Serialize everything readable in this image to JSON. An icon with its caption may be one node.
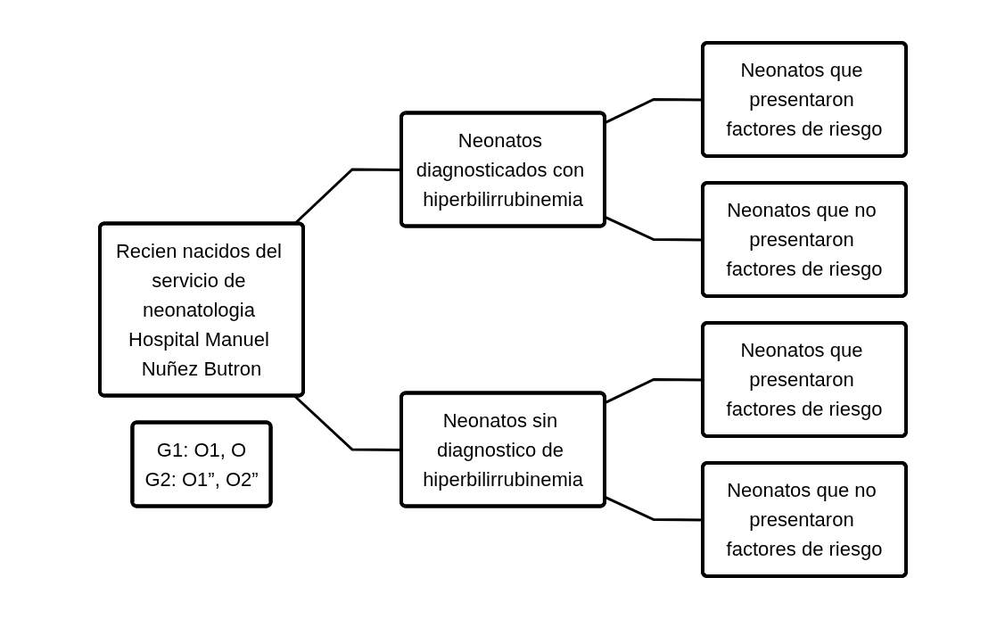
{
  "diagram": {
    "nodes": [
      {
        "text": [
          "Recien nacidos del servicio de neonatologia Hospital Manuel Nuñez Butron"
        ]
      },
      {
        "text": [
          "Neonatos diagnosticados con hiperbilirrubinemia"
        ]
      },
      {
        "text": [
          "Neonatos que presentaron factores de riesgo"
        ]
      },
      {
        "text": [
          "Neonatos que no presentaron factores de riesgo"
        ]
      },
      {
        "text": [
          "Neonatos sin diagnostico de hiperbilirrubinemia"
        ]
      },
      {
        "text": [
          "Neonatos que presentaron factores de riesgo"
        ]
      },
      {
        "text": [
          "Neonatos que no presentaron factores de riesgo"
        ]
      },
      {
        "text": [
          "G1: O1, O",
          "G2: O1”, O2”"
        ]
      }
    ],
    "edges": [
      {
        "from": 0,
        "to": 1,
        "arrow": "none"
      },
      {
        "from": 0,
        "to": 4,
        "arrow": "none"
      },
      {
        "from": 1,
        "to": 2,
        "arrow": "none"
      },
      {
        "from": 1,
        "to": 3,
        "arrow": "none"
      },
      {
        "from": 4,
        "to": 5,
        "arrow": "none"
      },
      {
        "from": 4,
        "to": 6,
        "arrow": "none"
      }
    ]
  }
}
